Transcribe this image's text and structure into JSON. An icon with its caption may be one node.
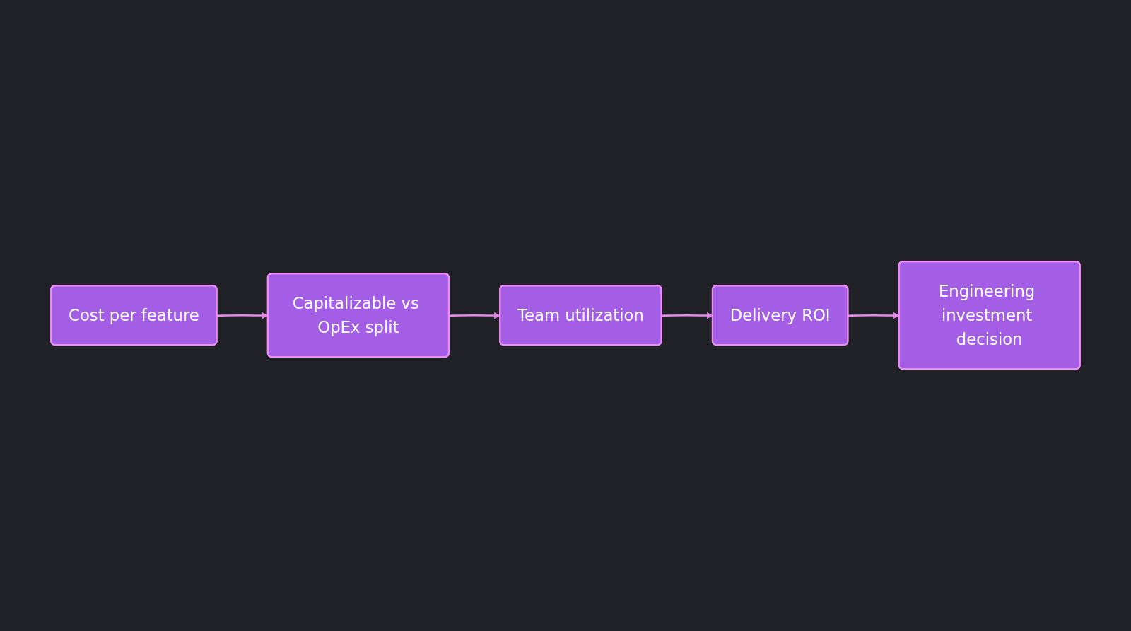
{
  "diagram": {
    "nodes": [
      {
        "text": [
          "Cost per feature"
        ]
      },
      {
        "text": [
          "Capitalizable vs OpEx split"
        ]
      },
      {
        "text": [
          "Team utilization"
        ]
      },
      {
        "text": [
          "Delivery ROI"
        ]
      },
      {
        "text": [
          "Engineering investment decision"
        ]
      }
    ],
    "edges": [
      {
        "from": 0,
        "to": 1,
        "arrow": "to"
      },
      {
        "from": 1,
        "to": 2,
        "arrow": "to"
      },
      {
        "from": 2,
        "to": 3,
        "arrow": "to"
      },
      {
        "from": 3,
        "to": 4,
        "arrow": "to"
      }
    ]
  }
}
